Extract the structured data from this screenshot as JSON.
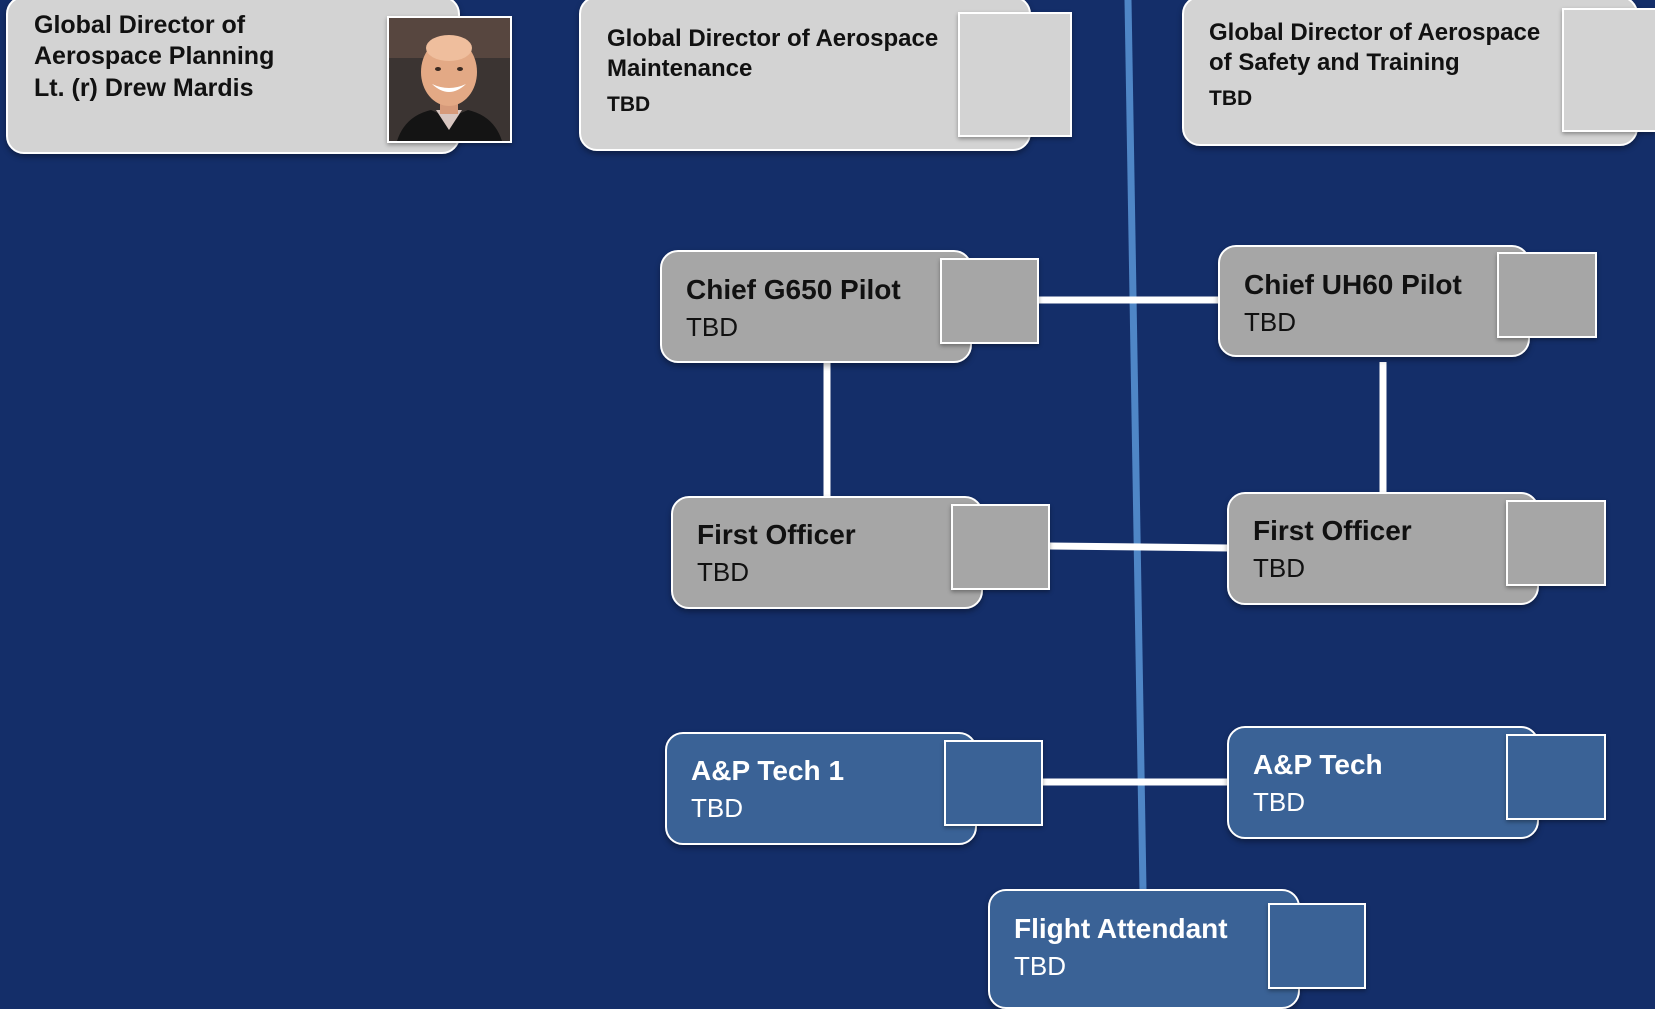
{
  "colors": {
    "background": "#142e69",
    "card_light": "#d3d3d3",
    "card_mid": "#a6a6a6",
    "card_blue": "#3a6296",
    "connector": "#ffffff",
    "divider": "#4f86c6"
  },
  "top_row": [
    {
      "title": "Global Director of\nAerospace Planning\nLt. (r) Drew Mardis",
      "has_photo": true
    },
    {
      "title": "Global Director of Aerospace\nMaintenance",
      "name": "TBD"
    },
    {
      "title": "Global Director of Aerospace\nof Safety and Training",
      "name": "TBD"
    }
  ],
  "pilots": [
    {
      "title": "Chief G650 Pilot",
      "name": "TBD"
    },
    {
      "title": "Chief UH60 Pilot",
      "name": "TBD"
    }
  ],
  "first_officers": [
    {
      "title": "First Officer",
      "name": "TBD"
    },
    {
      "title": "First Officer",
      "name": "TBD"
    }
  ],
  "techs": [
    {
      "title": "A&P Tech 1",
      "name": "TBD"
    },
    {
      "title": "A&P Tech",
      "name": "TBD"
    }
  ],
  "attendant": {
    "title": "Flight Attendant",
    "name": "TBD"
  }
}
